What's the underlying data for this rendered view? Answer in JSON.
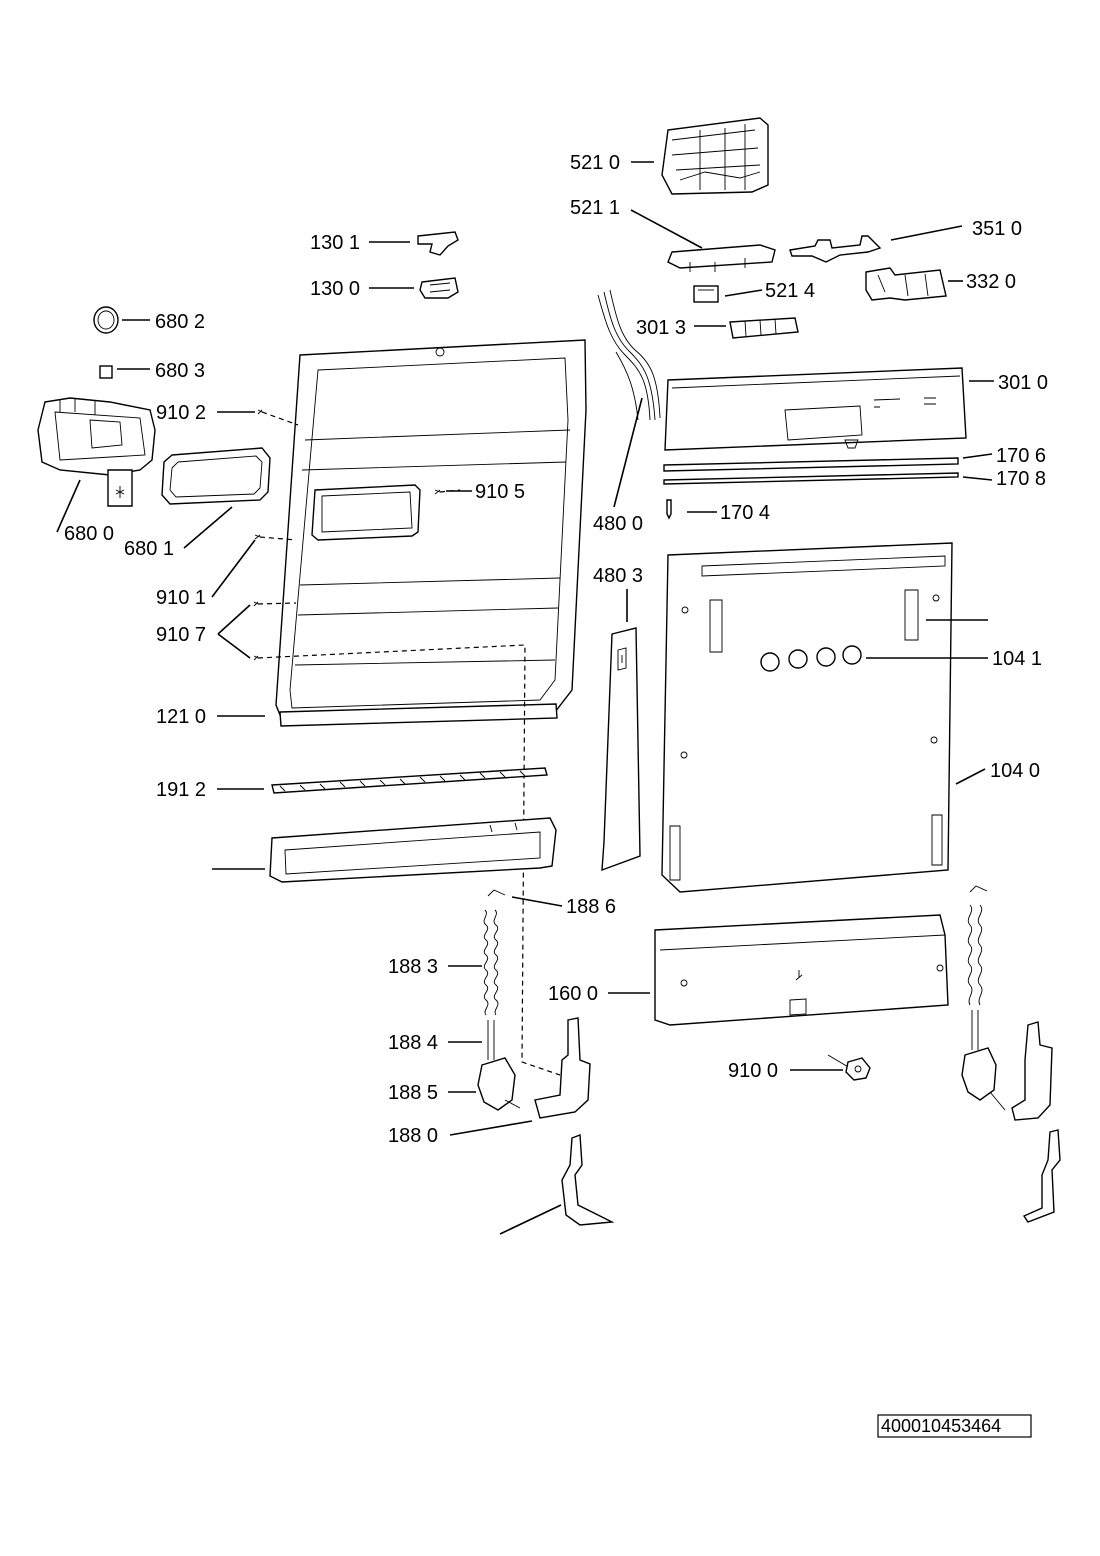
{
  "labels": {
    "p5210": "521 0",
    "p5211": "521 1",
    "p3510": "351 0",
    "p1301": "130 1",
    "p1300": "130 0",
    "p5214": "521 4",
    "p3320": "332 0",
    "p6802": "680 2",
    "p3013": "301 3",
    "p6803": "680 3",
    "p3010": "301 0",
    "p9102": "910 2",
    "p1706": "170 6",
    "p9105": "910 5",
    "p1708": "170 8",
    "p6800": "680 0",
    "p6801": "680 1",
    "p4800": "480 0",
    "p1704": "170 4",
    "p4803": "480 3",
    "p9101": "910 1",
    "p9107": "910 7",
    "p1041": "104 1",
    "p1210": "121 0",
    "p1040": "104 0",
    "p1912": "191 2",
    "p1886": "188 6",
    "p1883": "188 3",
    "p1600": "160 0",
    "p1884": "188 4",
    "p9100": "910 0",
    "p1885": "188 5",
    "p1880": "188 0"
  },
  "document_id": "400010453464"
}
